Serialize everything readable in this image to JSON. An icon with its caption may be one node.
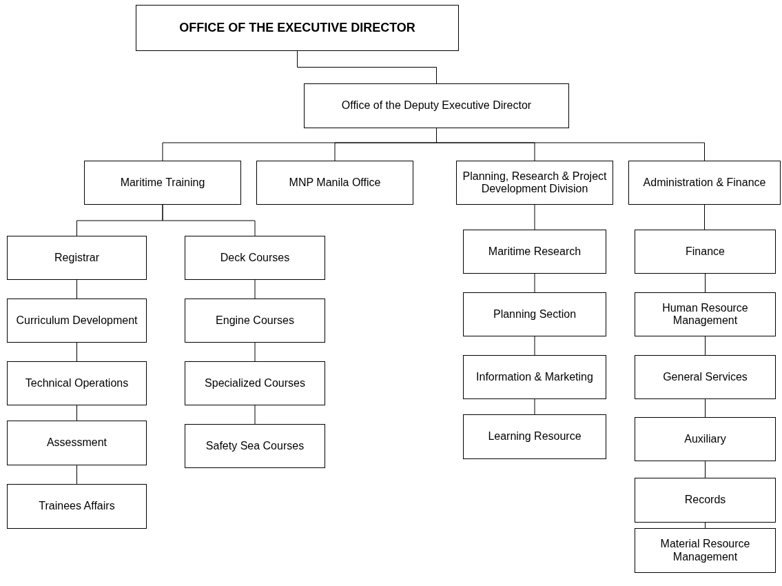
{
  "diagram": {
    "nodes": [
      {
        "text": [
          "OFFICE OF THE EXECUTIVE DIRECTOR"
        ]
      },
      {
        "text": [
          "Office of the Deputy Executive Director"
        ]
      },
      {
        "text": [
          "Maritime Training"
        ]
      },
      {
        "text": [
          "MNP Manila Office"
        ]
      },
      {
        "text": [
          "Planning, Research & Project Development Division"
        ]
      },
      {
        "text": [
          "Administration & Finance"
        ]
      },
      {
        "text": [
          "Registrar"
        ]
      },
      {
        "text": [
          "Curriculum Development"
        ]
      },
      {
        "text": [
          "Technical Operations"
        ]
      },
      {
        "text": [
          "Assessment"
        ]
      },
      {
        "text": [
          "Trainees Affairs"
        ]
      },
      {
        "text": [
          "Deck Courses"
        ]
      },
      {
        "text": [
          "Engine Courses"
        ]
      },
      {
        "text": [
          "Specialized Courses"
        ]
      },
      {
        "text": [
          "Safety Sea Courses"
        ]
      },
      {
        "text": [
          "Maritime Research"
        ]
      },
      {
        "text": [
          "Planning Section"
        ]
      },
      {
        "text": [
          "Information & Marketing"
        ]
      },
      {
        "text": [
          "Learning Resource"
        ]
      },
      {
        "text": [
          "Finance"
        ]
      },
      {
        "text": [
          "Human Resource Management"
        ]
      },
      {
        "text": [
          "General Services"
        ]
      },
      {
        "text": [
          "Auxiliary"
        ]
      },
      {
        "text": [
          "Records"
        ]
      },
      {
        "text": [
          "Material Resource Management"
        ]
      }
    ],
    "edges": [
      {
        "from": 0,
        "to": 1,
        "arrow": "none"
      },
      {
        "from": 1,
        "to": 2,
        "arrow": "none"
      },
      {
        "from": 1,
        "to": 3,
        "arrow": "none"
      },
      {
        "from": 1,
        "to": 4,
        "arrow": "none"
      },
      {
        "from": 1,
        "to": 5,
        "arrow": "none"
      },
      {
        "from": 2,
        "to": 6,
        "arrow": "none"
      },
      {
        "from": 2,
        "to": 11,
        "arrow": "none"
      },
      {
        "from": 6,
        "to": 7,
        "arrow": "none"
      },
      {
        "from": 7,
        "to": 8,
        "arrow": "none"
      },
      {
        "from": 8,
        "to": 9,
        "arrow": "none"
      },
      {
        "from": 9,
        "to": 10,
        "arrow": "none"
      },
      {
        "from": 11,
        "to": 12,
        "arrow": "none"
      },
      {
        "from": 12,
        "to": 13,
        "arrow": "none"
      },
      {
        "from": 13,
        "to": 14,
        "arrow": "none"
      },
      {
        "from": 4,
        "to": 15,
        "arrow": "none"
      },
      {
        "from": 15,
        "to": 16,
        "arrow": "none"
      },
      {
        "from": 16,
        "to": 17,
        "arrow": "none"
      },
      {
        "from": 17,
        "to": 18,
        "arrow": "none"
      },
      {
        "from": 5,
        "to": 19,
        "arrow": "none"
      },
      {
        "from": 19,
        "to": 20,
        "arrow": "none"
      },
      {
        "from": 20,
        "to": 21,
        "arrow": "none"
      },
      {
        "from": 21,
        "to": 22,
        "arrow": "none"
      },
      {
        "from": 22,
        "to": 23,
        "arrow": "none"
      },
      {
        "from": 23,
        "to": 24,
        "arrow": "none"
      }
    ]
  }
}
